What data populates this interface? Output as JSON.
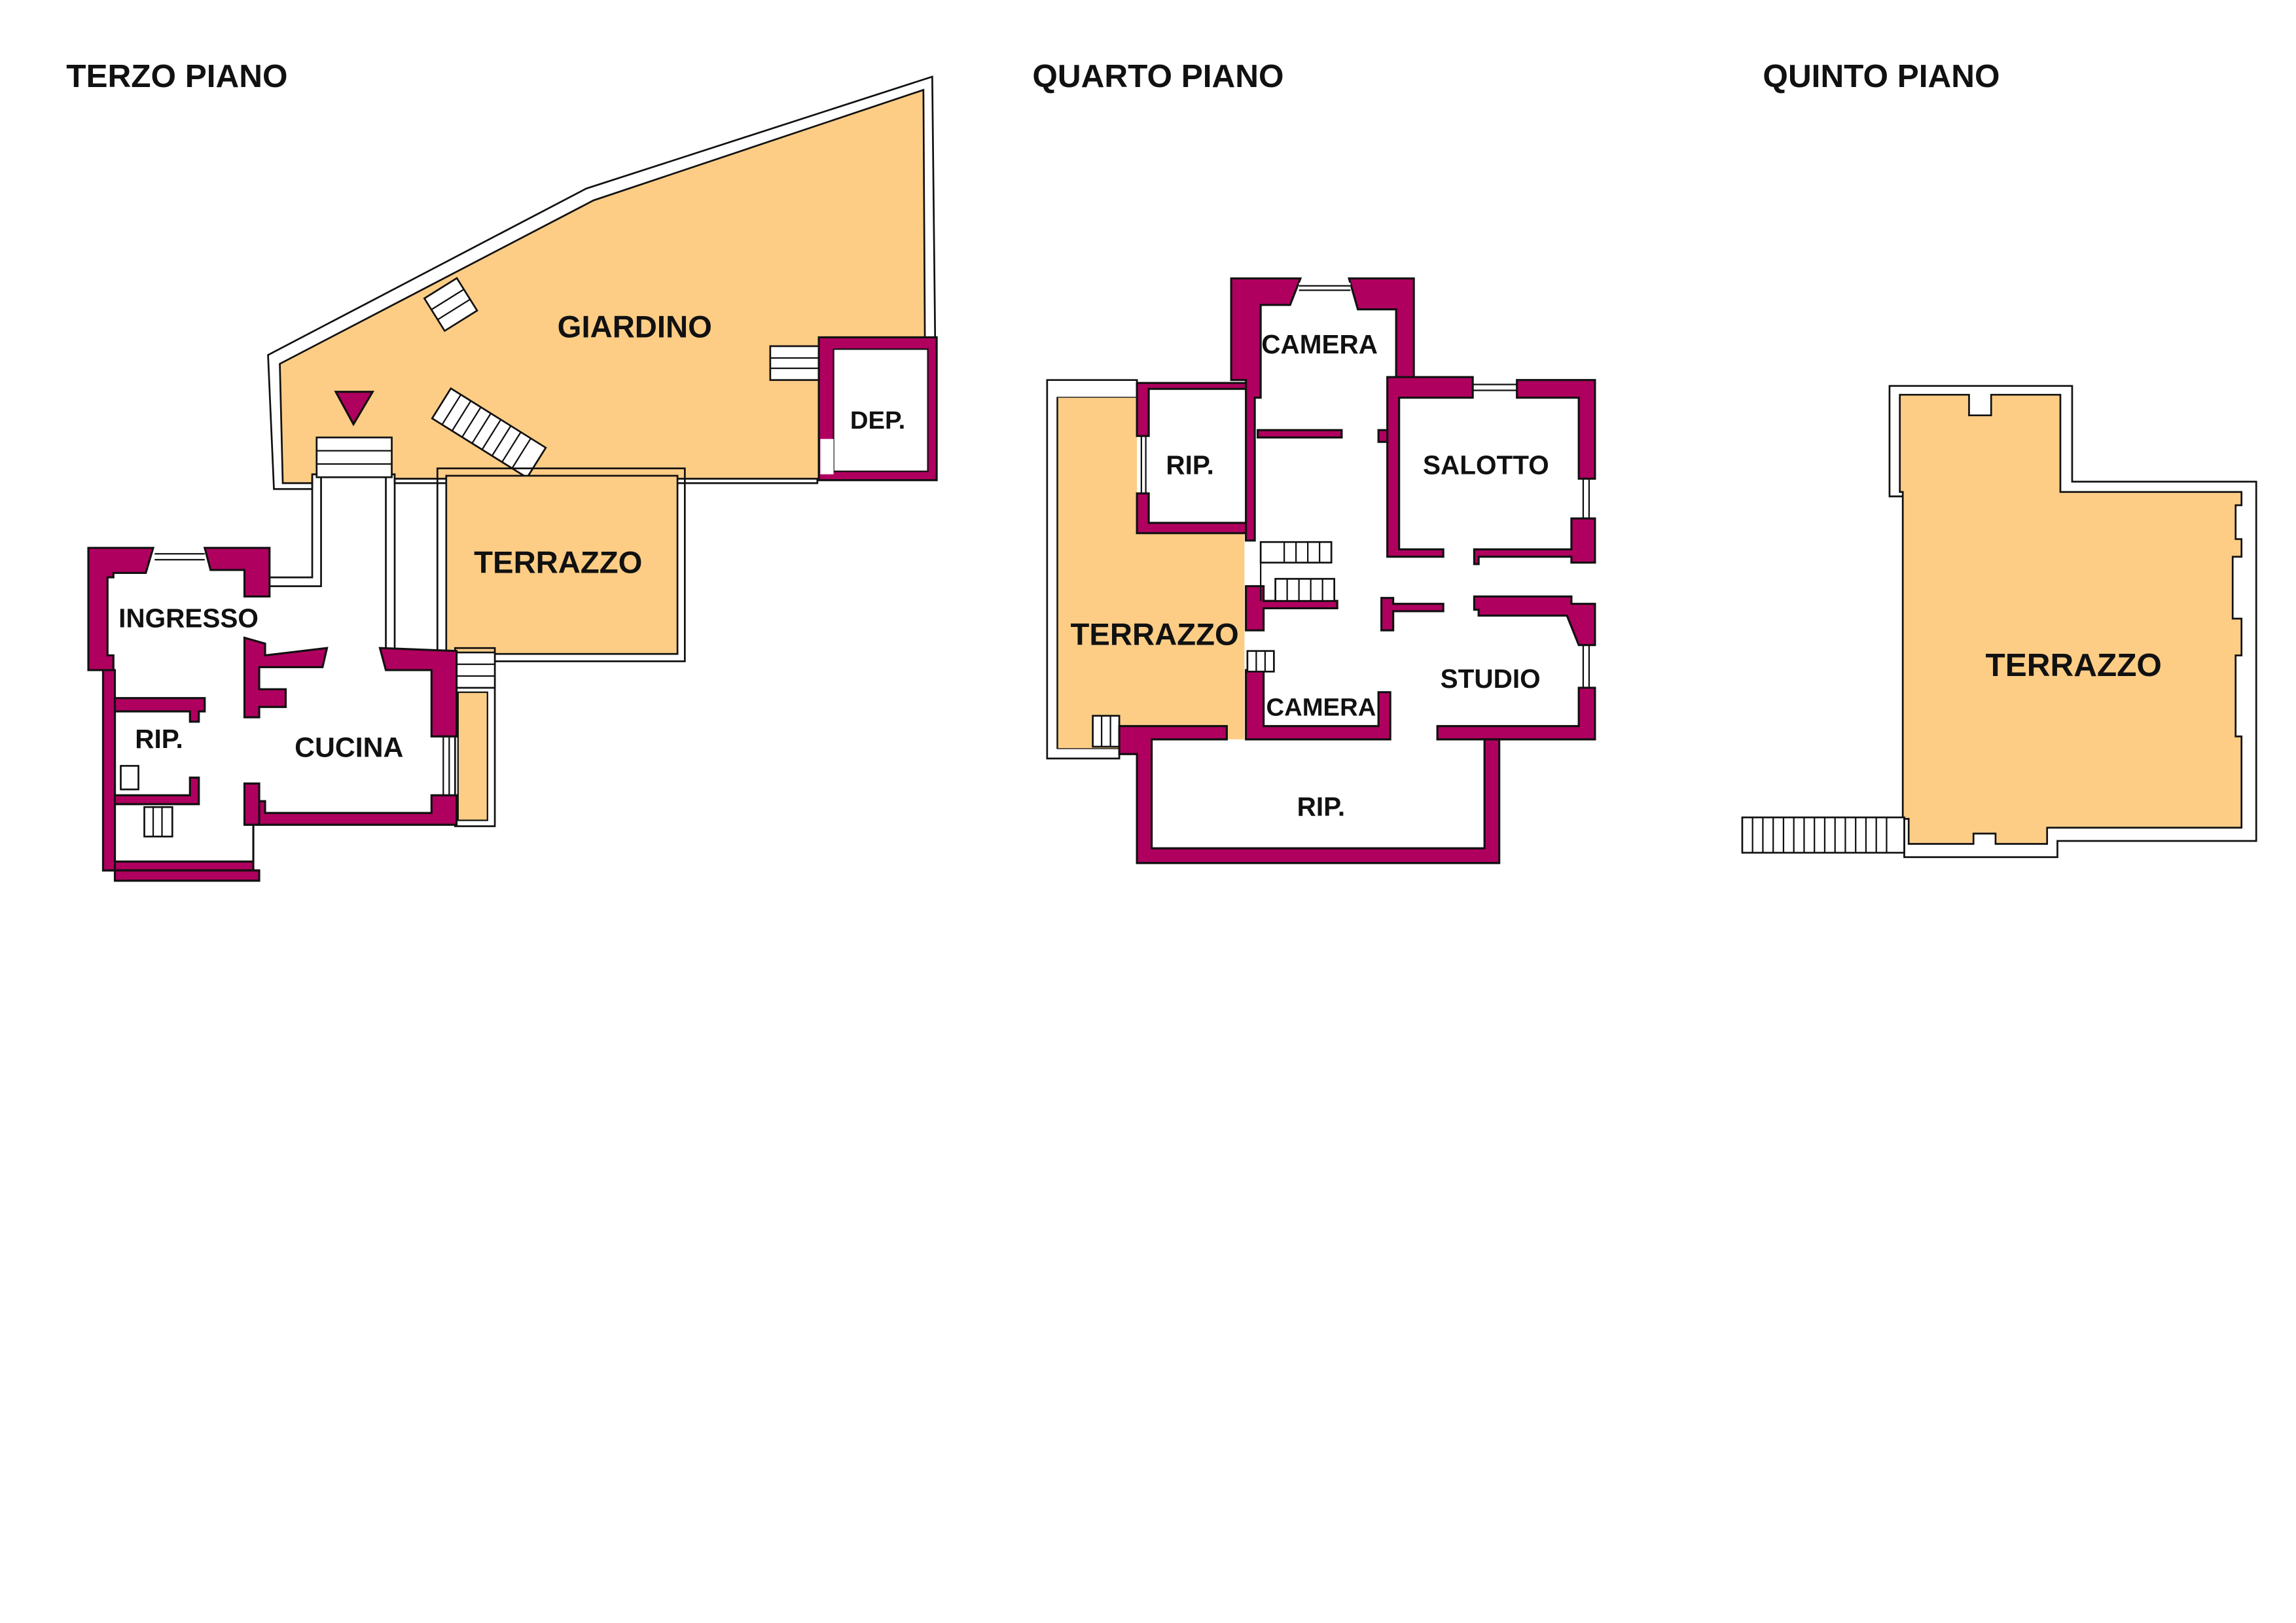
{
  "colors": {
    "wall": "#B0005F",
    "outdoor": "#FDCD86",
    "line": "#111111"
  },
  "floors": [
    {
      "title": "TERZO PIANO",
      "rooms": {
        "giardino": "GIARDINO",
        "dep": "DEP.",
        "terrazzo": "TERRAZZO",
        "ingresso": "INGRESSO",
        "rip": "RIP.",
        "cucina": "CUCINA"
      },
      "entrance_icon": "entrance-triangle-icon"
    },
    {
      "title": "QUARTO PIANO",
      "rooms": {
        "camera_top": "CAMERA",
        "rip_top": "RIP.",
        "salotto": "SALOTTO",
        "terrazzo": "TERRAZZO",
        "camera_bottom": "CAMERA",
        "studio": "STUDIO",
        "rip_bottom": "RIP."
      }
    },
    {
      "title": "QUINTO PIANO",
      "rooms": {
        "terrazzo": "TERRAZZO"
      }
    }
  ]
}
